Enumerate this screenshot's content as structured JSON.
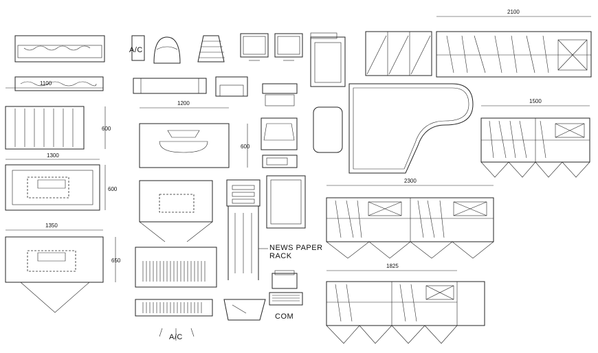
{
  "labels": {
    "ac_wall": "A/C",
    "ac_split": "A/C",
    "news_line1": "NEWS PAPER",
    "news_line2": "RACK",
    "computer": "COM"
  },
  "dimensions": {
    "d2100": "2100",
    "d1100": "1100",
    "d1200": "1200",
    "d600a": "600",
    "d600b": "600",
    "d1300": "1300",
    "d600c": "600",
    "d1350": "1350",
    "d650": "650",
    "d1500": "1500",
    "d2300": "2300",
    "d1825": "1825"
  }
}
